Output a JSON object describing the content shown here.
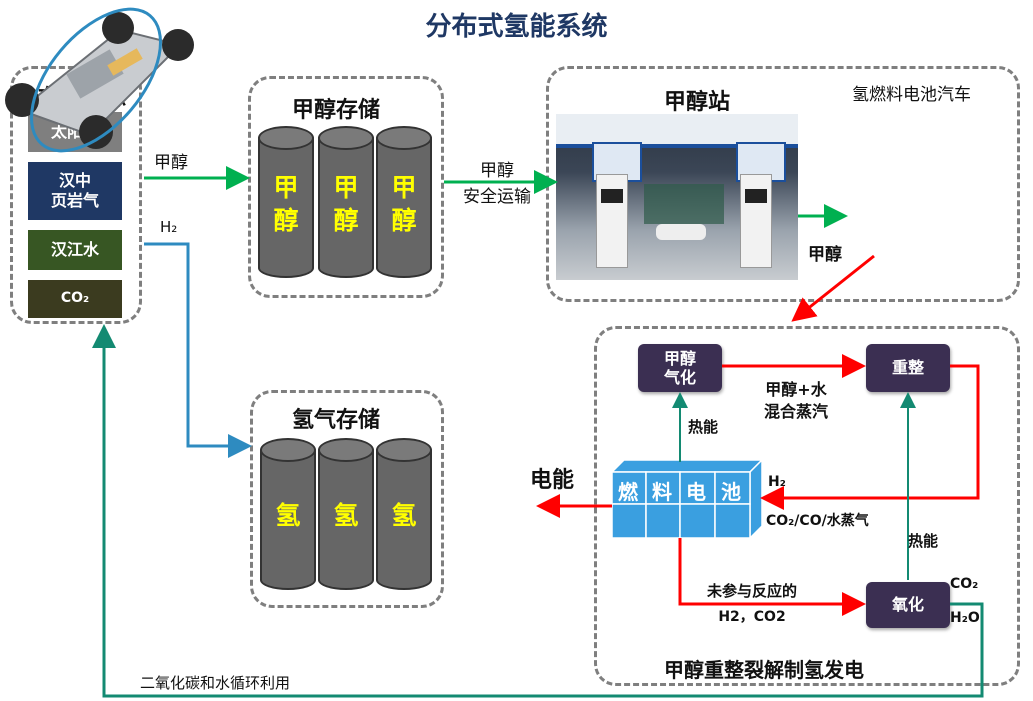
{
  "title": "分布式氢能系统",
  "energy_source": {
    "title": "分布式能源",
    "items": [
      {
        "label": "太阳能",
        "color": "#7f7f7f"
      },
      {
        "label": "汉中\n页岩气",
        "color": "#1f3864"
      },
      {
        "label": "汉江水",
        "color": "#375623"
      },
      {
        "label": "CO₂",
        "color": "#3b3b1f"
      }
    ]
  },
  "methanol_storage": {
    "title": "甲醇存储",
    "tank_text": "甲\n醇"
  },
  "hydrogen_storage": {
    "title": "氢气存储",
    "tank_text": "氢"
  },
  "methanol_station": {
    "title": "甲醇站",
    "car_title": "氢燃料电池汽车"
  },
  "reforming": {
    "title": "甲醇重整裂解制氢发电",
    "vaporize": "甲醇\n气化",
    "reform": "重整",
    "oxidize": "氧化",
    "fuel_cell": [
      "燃",
      "料",
      "电",
      "池"
    ]
  },
  "labels": {
    "methanol_1": "甲醇",
    "h2_1": "H₂",
    "transport_1": "甲醇",
    "transport_2": "安全运输",
    "methanol_2": "甲醇",
    "steam_1": "甲醇+水",
    "steam_2": "混合蒸汽",
    "heat_1": "热能",
    "heat_2": "热能",
    "electric": "电能",
    "h2_2": "H₂",
    "gas_mix": "CO₂/CO/水蒸气",
    "unreacted_1": "未参与反应的",
    "unreacted_2": "H2，CO2",
    "co2_out": "CO₂",
    "h2o_out": "H₂O",
    "recycle": "二氧化碳和水循环利用"
  },
  "colors": {
    "green_arrow": "#00b050",
    "blue_arrow": "#2e8bc0",
    "red_arrow": "#ff0000",
    "teal_arrow": "#138a72",
    "node_fill": "#3b2f52",
    "tank_text": "#ffff00",
    "fuel_cell_blue": "#3a9fe0"
  }
}
